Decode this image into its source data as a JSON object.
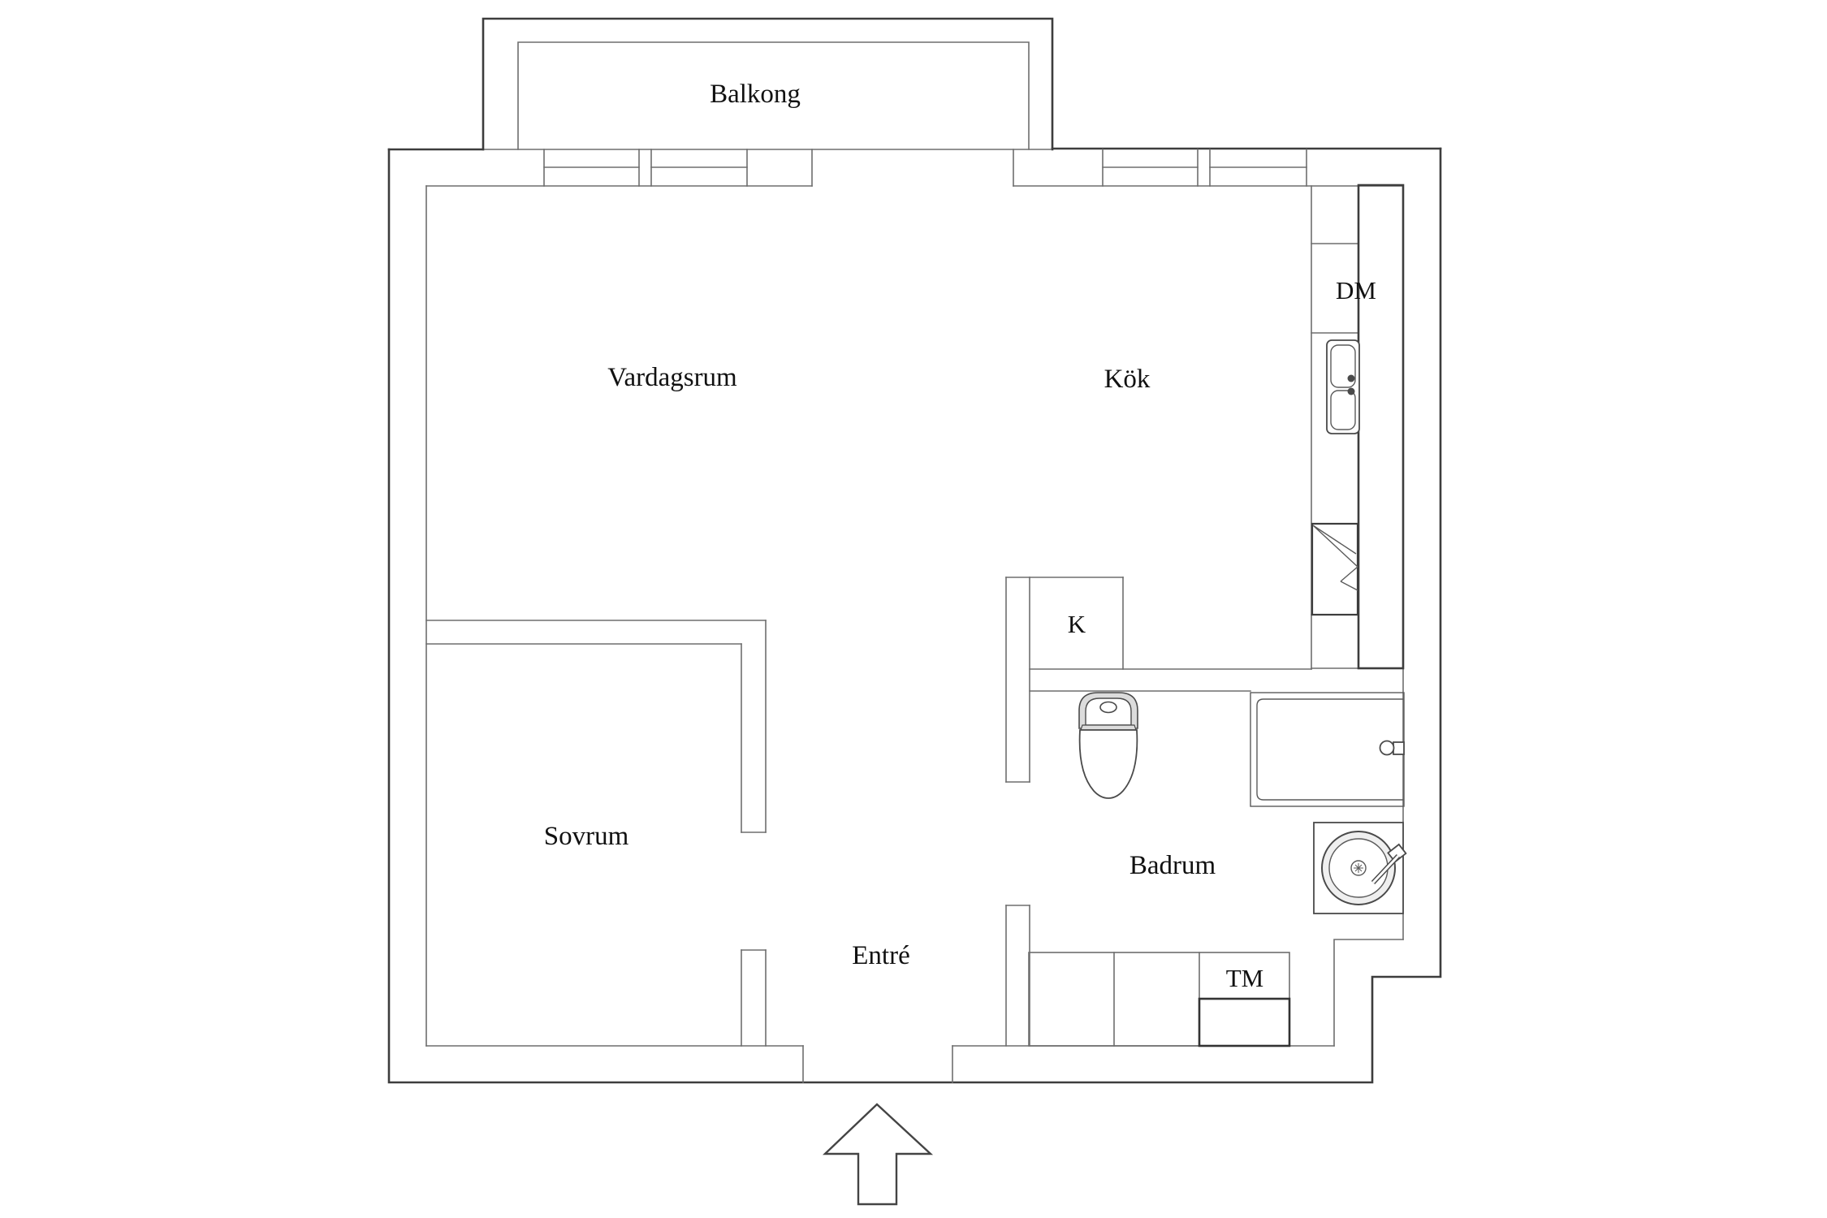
{
  "plan": {
    "type": "apartment-floor-plan",
    "labels": {
      "balkong": "Balkong",
      "vardagsrum": "Vardagsrum",
      "kok": "Kök",
      "dm": "DM",
      "k": "K",
      "sovrum": "Sovrum",
      "entre": "Entré",
      "badrum": "Badrum",
      "tm": "TM"
    },
    "fixtures": [
      "kitchen-counter",
      "kitchen-sink-icon",
      "stove-icon",
      "dishwasher-bay",
      "toilet-icon",
      "bathtub-icon",
      "washbasin-icon",
      "washing-machine-box",
      "hall-closets",
      "entrance-arrow-icon",
      "balcony-windows",
      "balcony-door"
    ],
    "colors": {
      "wall_dark": "#3d3d3d",
      "wall_gray": "#6e6e6e",
      "text": "#111111",
      "fixture_gray": "#dcdcdc",
      "background": "#ffffff"
    }
  }
}
